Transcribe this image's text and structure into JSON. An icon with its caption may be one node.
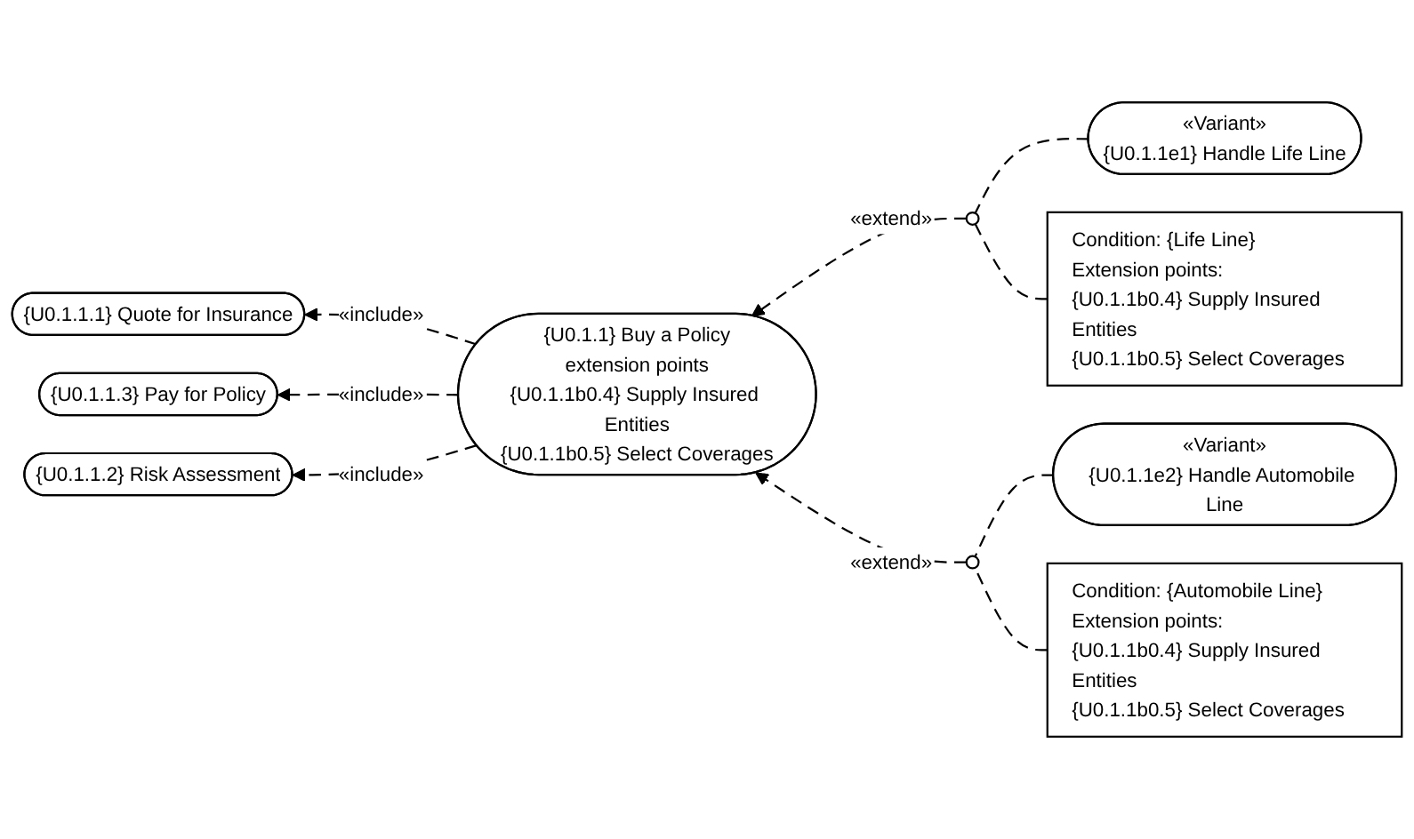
{
  "diagram": {
    "nodes": [
      {
        "text": [
          "{U0.1.1.1} Quote for Insurance"
        ]
      },
      {
        "text": [
          "Condition: {Life Line}",
          "Extension points:",
          "{U0.1.1b0.4} Supply Insured Entities",
          "{U0.1.1b0.5} Select Coverages"
        ]
      },
      {
        "text": [
          "«Variant»",
          "{U0.1.1e1} Handle Life Line"
        ]
      },
      {
        "text": [],
        "shape": "circle"
      },
      {
        "text": [
          "{U0.1.1} Buy a Policy",
          "extension points",
          "{U0.1.1b0.4} Supply Insured Entities",
          "{U0.1.1b0.5} Select Coverages"
        ]
      },
      {
        "text": [
          "«Variant»",
          "{U0.1.1e2} Handle Automobile Line"
        ]
      },
      {
        "text": [],
        "shape": "circle"
      },
      {
        "text": [
          "Condition: {Automobile Line}",
          "Extension points:",
          "{U0.1.1b0.4} Supply Insured Entities",
          "{U0.1.1b0.5} Select Coverages"
        ]
      },
      {
        "text": [
          "{U0.1.1.3} Pay for Policy"
        ]
      },
      {
        "text": [
          "{U0.1.1.2} Risk Assessment"
        ]
      }
    ],
    "edges": [
      {
        "from": 4,
        "to": 0,
        "arrow": "to",
        "label": "«include»",
        "style": "dashed"
      },
      {
        "from": 2,
        "to": 3,
        "arrow": "none",
        "style": "dashed"
      },
      {
        "from": 3,
        "to": 4,
        "arrow": "to",
        "label": "«extend»",
        "style": "dashed"
      },
      {
        "from": 1,
        "to": 3,
        "arrow": "none",
        "style": "dashed"
      },
      {
        "from": 5,
        "to": 6,
        "arrow": "none",
        "style": "dashed"
      },
      {
        "from": 6,
        "to": 4,
        "arrow": "to",
        "label": "«extend»",
        "style": "dashed"
      },
      {
        "from": 7,
        "to": 6,
        "arrow": "none",
        "style": "dashed"
      },
      {
        "from": 4,
        "to": 8,
        "arrow": "to",
        "label": "«include»",
        "style": "dashed"
      },
      {
        "from": 4,
        "to": 9,
        "arrow": "to",
        "label": "«include»",
        "style": "dashed"
      }
    ]
  }
}
